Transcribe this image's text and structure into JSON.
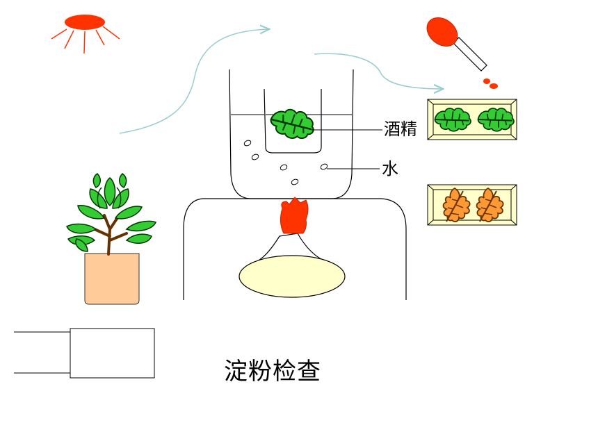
{
  "labels": {
    "alcohol": "酒精",
    "water": "水"
  },
  "caption": "淀粉检查",
  "colors": {
    "sun": "#ff3300",
    "flame": "#ff3300",
    "leaf_green": "#33cc33",
    "leaf_orange": "#ff9933",
    "pot": "#ffcc99",
    "lamp_base": "#ffffcc",
    "dish": "#ffffcc",
    "arrow": "#99cccc"
  },
  "icons": [
    "sun-icon",
    "plant-icon",
    "leaf-icon",
    "dropper-icon",
    "flame-icon",
    "lamp-icon",
    "box-icon"
  ]
}
